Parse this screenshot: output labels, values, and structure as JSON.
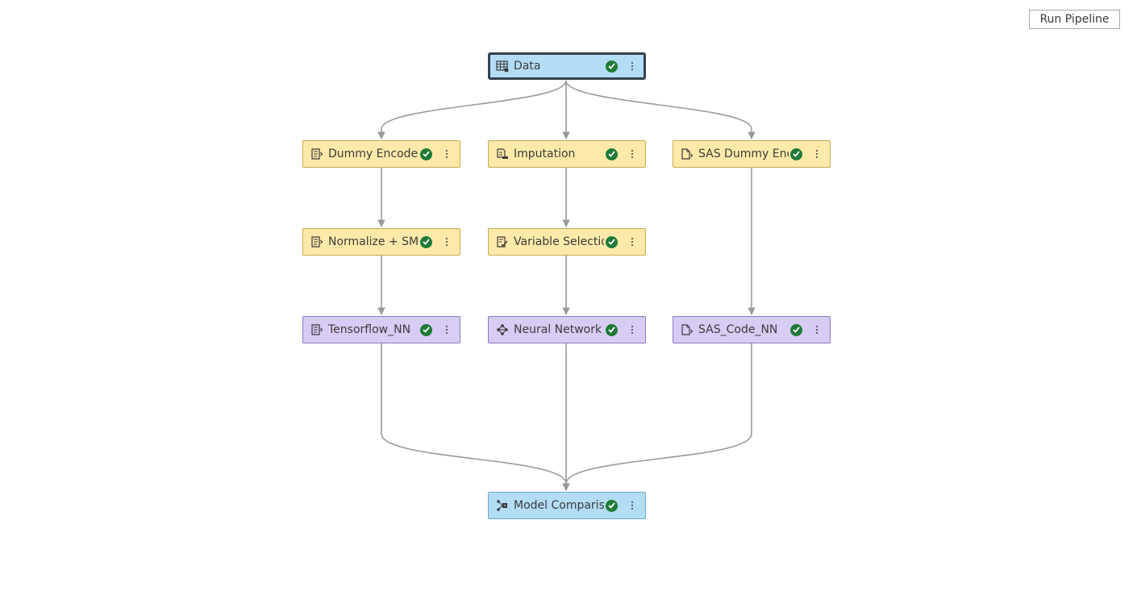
{
  "toolbar": {
    "run_pipeline_label": "Run Pipeline"
  },
  "colors": {
    "data_node_fill": "#b3dcf5",
    "prep_node_fill": "#fde9a9",
    "model_node_fill": "#d7ccf3",
    "edge": "#999999",
    "status_ok": "#1e7a36"
  },
  "nodes": {
    "data": {
      "label": "Data",
      "icon": "table-icon",
      "status": "completed"
    },
    "dummy_encode": {
      "label": "Dummy Encode",
      "icon": "code-file-icon",
      "status": "completed"
    },
    "imputation": {
      "label": "Imputation",
      "icon": "imputation-icon",
      "status": "completed"
    },
    "sas_dummy_enc": {
      "label": "SAS Dummy Enc",
      "icon": "sas-code-icon",
      "status": "completed"
    },
    "normalize": {
      "label": "Normalize + SM.",
      "icon": "code-file-icon",
      "status": "completed"
    },
    "variable_selection": {
      "label": "Variable Selectio",
      "icon": "variable-selection-icon",
      "status": "completed"
    },
    "tensorflow_nn": {
      "label": "Tensorflow_NN",
      "icon": "code-file-icon",
      "status": "completed"
    },
    "neural_network": {
      "label": "Neural Network",
      "icon": "neural-network-icon",
      "status": "completed"
    },
    "sas_code_nn": {
      "label": "SAS_Code_NN",
      "icon": "sas-code-icon",
      "status": "completed"
    },
    "model_comparison": {
      "label": "Model Comparis",
      "icon": "model-comparison-icon",
      "status": "completed"
    }
  }
}
